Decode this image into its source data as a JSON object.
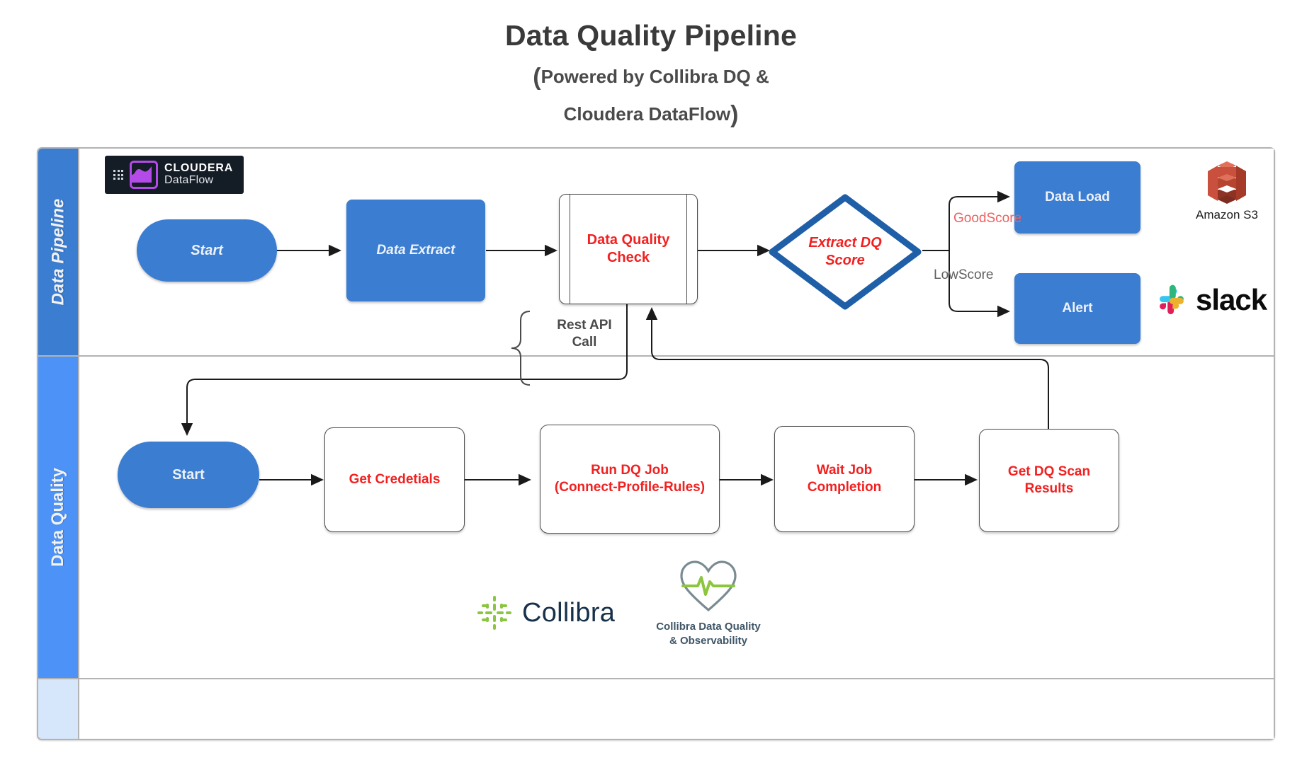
{
  "title": {
    "main": "Data Quality Pipeline",
    "sub_line1": "(Powered by Collibra DQ &",
    "sub_line2": "Cloudera DataFlow )",
    "sub_prefix": "(",
    "sub_text1": "Powered by Collibra DQ &",
    "sub_text2": "Cloudera DataFlow",
    "sub_suffix": ")"
  },
  "colors": {
    "lane_pipeline": "#3b7dd1",
    "lane_quality": "#4d93f7",
    "lane_empty": "#d6e6fb",
    "node_blue": "#3b7dd1",
    "node_text_red": "#f22020",
    "diamond_border": "#1f5fa8",
    "good_score": "#f06060",
    "low_score": "#606060",
    "collibra_green": "#8cc63f",
    "collibra_navy": "#17314a",
    "s3_red": "#c8503c"
  },
  "lanes": [
    {
      "id": "data-pipeline",
      "label": "Data Pipeline"
    },
    {
      "id": "data-quality",
      "label": "Data Quality"
    },
    {
      "id": "unnamed",
      "label": ""
    }
  ],
  "pipeline": {
    "nodes": [
      {
        "id": "start",
        "label": "Start",
        "shape": "stadium",
        "style": "blue-italic"
      },
      {
        "id": "data-extract",
        "label": "Data Extract",
        "shape": "rect",
        "style": "blue-italic"
      },
      {
        "id": "data-quality-check",
        "label_line1": "Data Quality",
        "label_line2": "Check",
        "shape": "subprocess",
        "style": "white-red"
      },
      {
        "id": "extract-dq-score",
        "label_line1": "Extract DQ",
        "label_line2": "Score",
        "shape": "diamond",
        "style": "white-red-italic"
      },
      {
        "id": "data-load",
        "label": "Data Load",
        "shape": "rect",
        "style": "blue"
      },
      {
        "id": "alert",
        "label": "Alert",
        "shape": "rect",
        "style": "blue"
      }
    ],
    "edge_labels": {
      "good_score": "GoodScore",
      "low_score": "LowScore",
      "rest_api_line1": "Rest API",
      "rest_api_line2": "Call"
    }
  },
  "quality": {
    "nodes": [
      {
        "id": "dq-start",
        "label": "Start",
        "shape": "stadium",
        "style": "blue"
      },
      {
        "id": "get-credetials",
        "label": "Get Credetials",
        "shape": "rect",
        "style": "white-red"
      },
      {
        "id": "run-dq-job",
        "label_line1": "Run DQ Job",
        "label_line2": "(Connect-Profile-Rules)",
        "shape": "rect",
        "style": "white-red"
      },
      {
        "id": "wait-job-completion",
        "label_line1": "Wait Job",
        "label_line2": "Completion",
        "shape": "rect",
        "style": "white-red"
      },
      {
        "id": "get-dq-scan-results",
        "label_line1": "Get DQ Scan",
        "label_line2": "Results",
        "shape": "rect",
        "style": "white-red"
      }
    ]
  },
  "logos": {
    "cloudera_dataflow": {
      "line1": "CLOUDERA",
      "line2": "DataFlow",
      "icon": "cloudera-dataflow-icon"
    },
    "amazon_s3": {
      "caption": "Amazon S3",
      "icon": "amazon-s3-icon"
    },
    "slack": {
      "wordmark": "slack",
      "icon": "slack-icon"
    },
    "collibra": {
      "wordmark": "Collibra",
      "icon": "collibra-icon"
    },
    "collibra_dq": {
      "caption_line1": "Collibra Data Quality",
      "caption_line2": "& Observability",
      "icon": "collibra-heart-pulse-icon"
    }
  }
}
